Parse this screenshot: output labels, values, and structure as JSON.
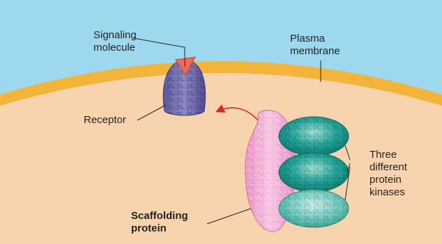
{
  "labels": {
    "signaling_molecule": [
      "Signaling",
      "molecule"
    ],
    "plasma_membrane": [
      "Plasma",
      "membrane"
    ],
    "receptor": "Receptor",
    "protein_kinases": [
      "Three",
      "different",
      "protein",
      "kinases"
    ],
    "scaffolding_protein": [
      "Scaffolding",
      "protein"
    ]
  },
  "colors": {
    "extracellular": "#9ed8ef",
    "membrane": "#f2b53a",
    "cytoplasm": "#f8d4ae",
    "receptor": "#7772b0",
    "signaling_molecule": "#ee6b56",
    "scaffold": "#f0a7d2",
    "kinase_dark": "#1c9c8f",
    "kinase_light": "#6dc7b9",
    "arrow": "#d62a1e"
  }
}
